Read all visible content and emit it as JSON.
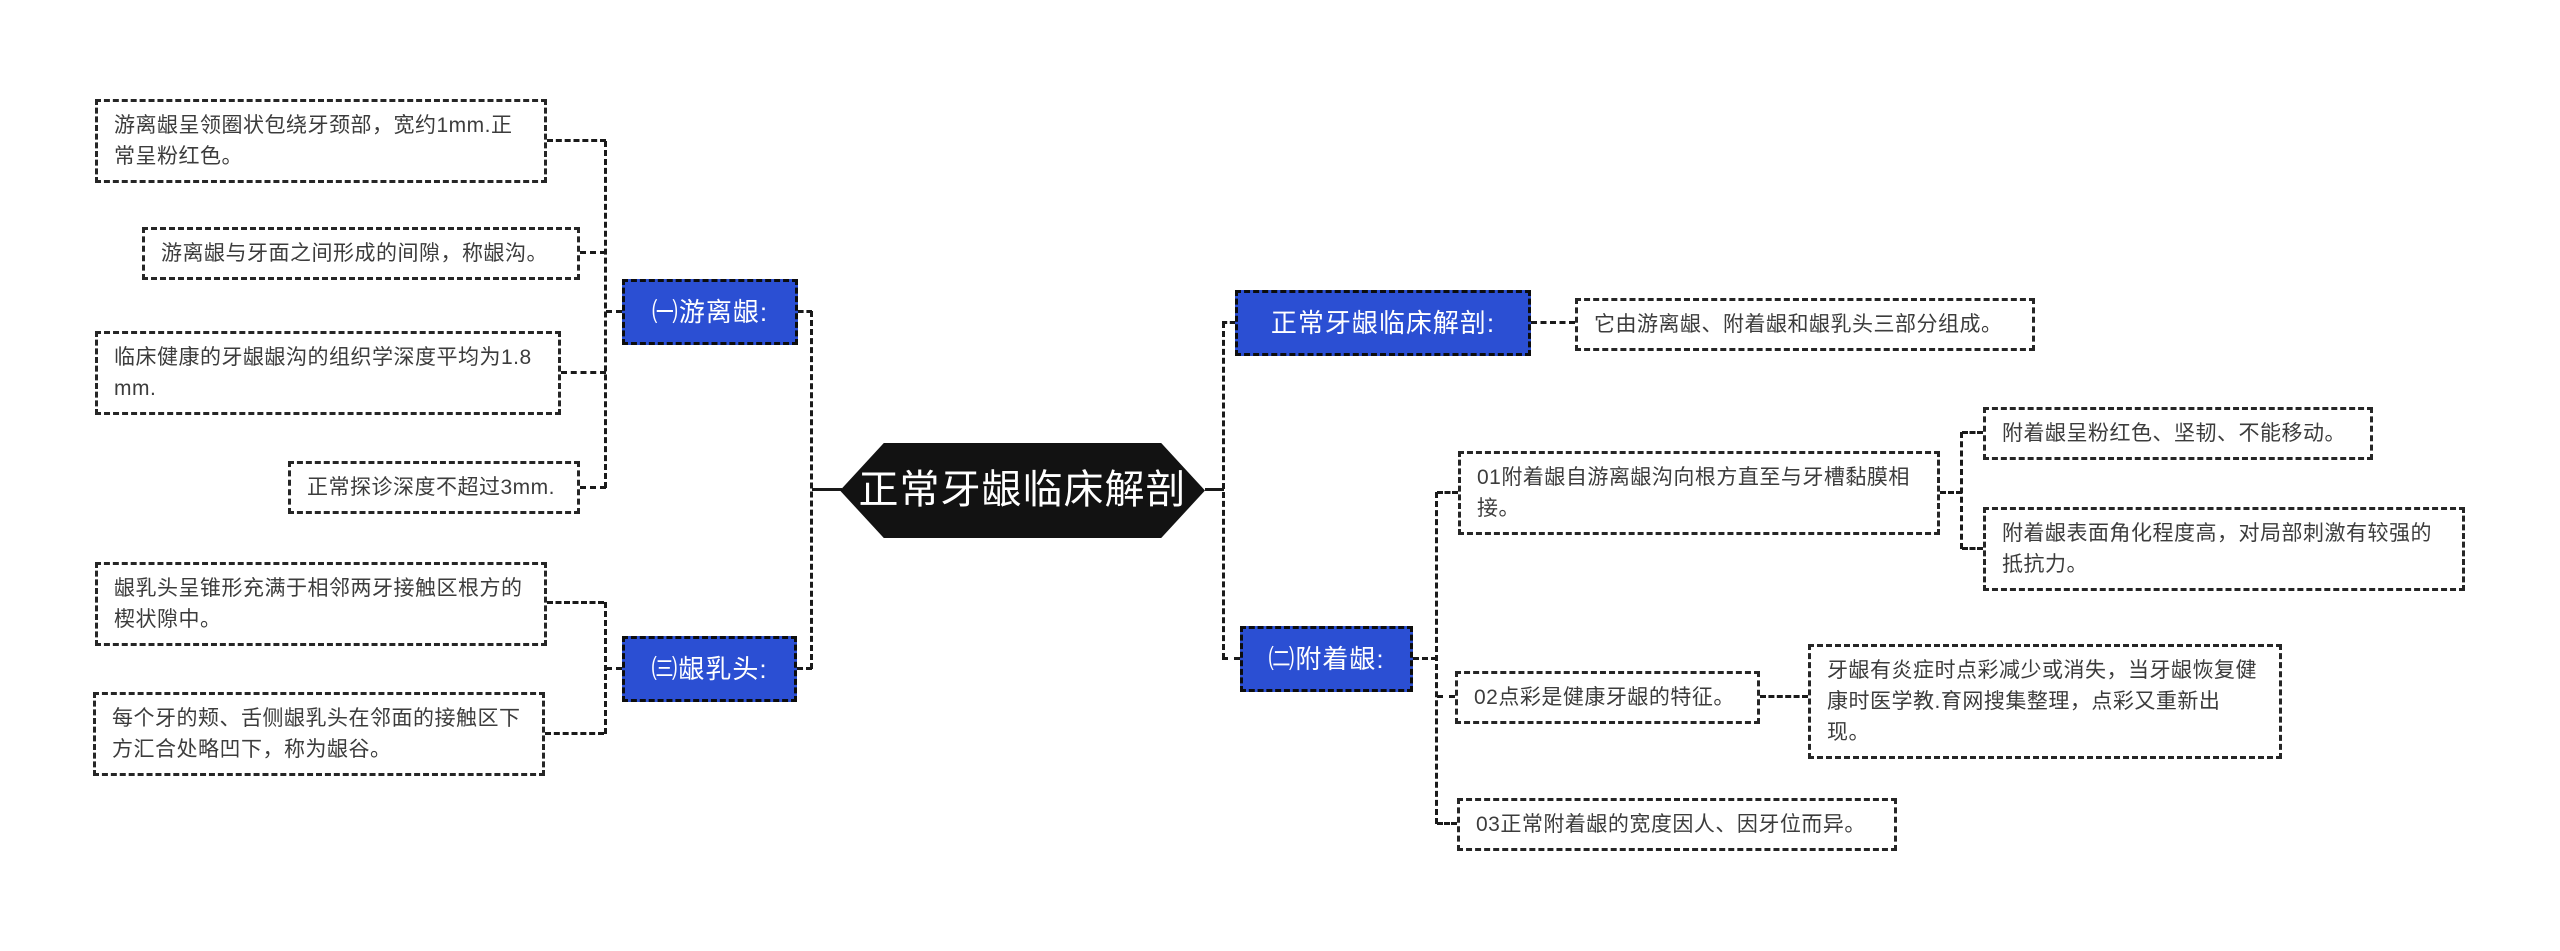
{
  "mindmap": {
    "root": {
      "label": "正常牙龈临床解剖"
    },
    "left": [
      {
        "topic": "㈠游离龈:",
        "children": [
          {
            "text": "游离龈呈领圈状包绕牙颈部，宽约1mm.正常呈粉红色。"
          },
          {
            "text": "游离龈与牙面之间形成的间隙，称龈沟。"
          },
          {
            "text": "临床健康的牙龈龈沟的组织学深度平均为1.8 mm."
          },
          {
            "text": "正常探诊深度不超过3mm."
          }
        ]
      },
      {
        "topic": "㈢龈乳头:",
        "children": [
          {
            "text": "龈乳头呈锥形充满于相邻两牙接触区根方的楔状隙中。"
          },
          {
            "text": "每个牙的颊、舌侧龈乳头在邻面的接触区下方汇合处略凹下，称为龈谷。"
          }
        ]
      }
    ],
    "right": [
      {
        "topic": "正常牙龈临床解剖:",
        "children": [
          {
            "text": "它由游离龈、附着龈和龈乳头三部分组成。"
          }
        ]
      },
      {
        "topic": "㈡附着龈:",
        "children": [
          {
            "text": "01附着龈自游离龈沟向根方直至与牙槽黏膜相接。",
            "children": [
              {
                "text": "附着龈呈粉红色、坚韧、不能移动。"
              },
              {
                "text": "附着龈表面角化程度高，对局部刺激有较强的抵抗力。"
              }
            ]
          },
          {
            "text": "02点彩是健康牙龈的特征。",
            "children": [
              {
                "text": "牙龈有炎症时点彩减少或消失，当牙龈恢复健康时医学教.育网搜集整理，点彩又重新出现。"
              }
            ]
          },
          {
            "text": "03正常附着龈的宽度因人、因牙位而异。"
          }
        ]
      }
    ],
    "colors": {
      "topic_bg": "#2b4fd3",
      "topic_text": "#ffffff",
      "root_bg": "#121212",
      "root_text": "#ffffff",
      "connector": "#1a1a1a",
      "leaf_border": "#262626",
      "leaf_text": "#3c3c3c",
      "background": "#ffffff"
    }
  }
}
